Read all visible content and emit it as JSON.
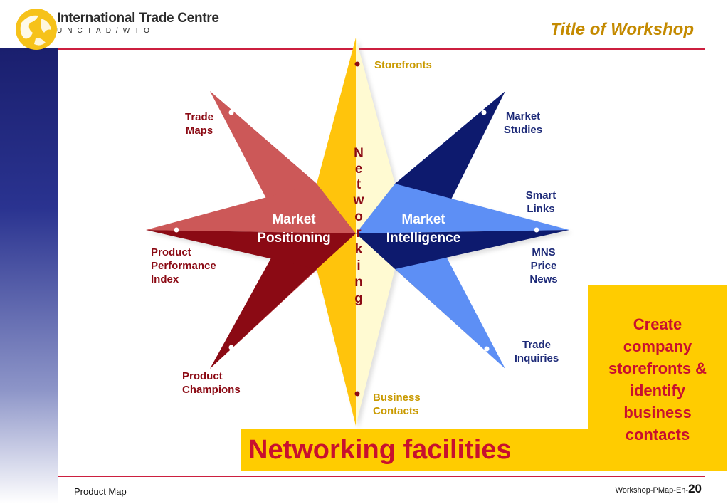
{
  "header": {
    "org_name": "International Trade Centre",
    "org_sub": "UNCTAD/WTO",
    "slide_title": "Title of Workshop"
  },
  "diagram": {
    "top_label": "Storefronts",
    "left_quadrant": [
      "Market",
      "Positioning"
    ],
    "right_quadrant": [
      "Market",
      "Intelligence"
    ],
    "vertical_word": [
      "N",
      "e",
      "t",
      "w",
      "o",
      "r",
      "k",
      "i",
      "n",
      "g"
    ],
    "left_labels": {
      "trade_maps": [
        "Trade",
        "Maps"
      ],
      "product_performance": [
        "Product",
        "Performance",
        "Index"
      ],
      "product_champions": [
        "Product",
        "Champions"
      ]
    },
    "right_labels": {
      "market_studies": [
        "Market",
        "Studies"
      ],
      "smart_links": [
        "Smart",
        "Links"
      ],
      "mns": [
        "MNS",
        "Price",
        "News"
      ],
      "trade_inquiries": [
        "Trade",
        "Inquiries"
      ]
    },
    "bottom_label": [
      "Business",
      "Contacts"
    ],
    "colors": {
      "dark_red": "#8b0a14",
      "light_red": "#cc5858",
      "dark_blue": "#0d1a6e",
      "light_blue": "#5d8ff5",
      "gold": "#ffc40c",
      "cream": "#fffad2"
    }
  },
  "callout": {
    "lines": [
      "Create",
      "company",
      "storefronts &",
      "identify",
      "business",
      "contacts"
    ]
  },
  "headline": "Networking facilities",
  "footer": {
    "left": "Product Map",
    "right_prefix": "Workshop-PMap-En-",
    "page_number": "20"
  }
}
